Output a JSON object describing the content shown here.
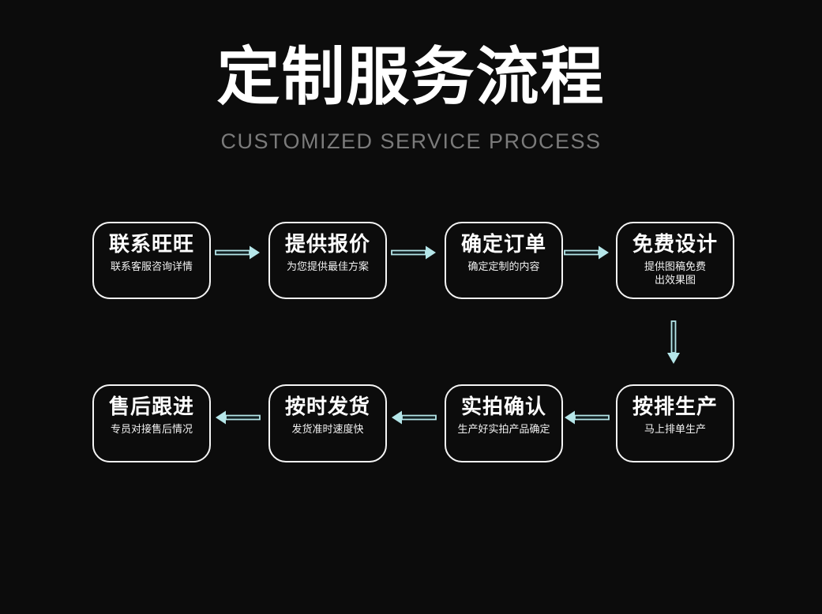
{
  "poster": {
    "title": "定制服务流程",
    "subtitle": "CUSTOMIZED SERVICE PROCESS"
  },
  "colors": {
    "background": "#0c0c0c",
    "title_text": "#ffffff",
    "subtitle_text": "#7b7b7b",
    "box_border": "#f5f5f5",
    "box_text": "#ffffff",
    "arrow_accent": "#b5e6e9"
  },
  "steps": [
    {
      "title": "联系旺旺",
      "subtitle": "联系客服咨询详情"
    },
    {
      "title": "提供报价",
      "subtitle": "为您提供最佳方案"
    },
    {
      "title": "确定订单",
      "subtitle": "确定定制的内容"
    },
    {
      "title": "免费设计",
      "subtitle": "提供图稿免费",
      "subtitle2": "出效果图"
    },
    {
      "title": "按排生产",
      "subtitle": "马上排单生产"
    },
    {
      "title": "实拍确认",
      "subtitle": "生产好实拍产品确定"
    },
    {
      "title": "按时发货",
      "subtitle": "发货准时速度快"
    },
    {
      "title": "售后跟进",
      "subtitle": "专员对接售后情况"
    }
  ]
}
